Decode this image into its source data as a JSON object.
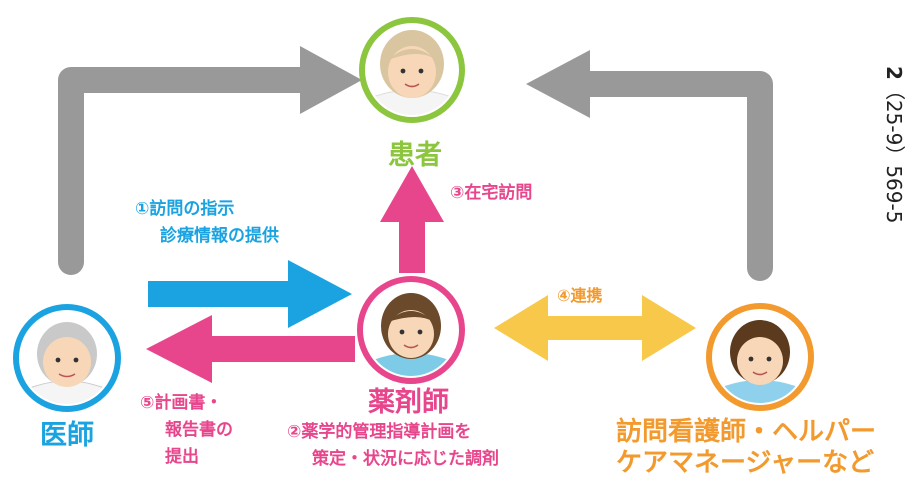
{
  "roles": {
    "patient": "患者",
    "doctor": "医師",
    "pharmacist": "薬剤師",
    "care_line1": "訪問看護師・ヘルパー",
    "care_line2": "ケアマネージャーなど"
  },
  "steps": {
    "s1_line1": "①訪問の指示",
    "s1_line2": "診療情報の提供",
    "s2_line1": "②薬学的管理指導計画を",
    "s2_line2": "策定・状況に応じた調剤",
    "s3": "③在宅訪問",
    "s4": "④連携",
    "s5_line1": "⑤計画書・",
    "s5_line2": "報告書の",
    "s5_line3": "提出"
  },
  "side_text": {
    "head": "2",
    "body": "（25‑9）569‑5"
  },
  "colors": {
    "patient": "#8cc63f",
    "doctor": "#1aa3e0",
    "pharmacist": "#e8468c",
    "care": "#f39a2e",
    "link": "#f7c84a",
    "gray": "#999999"
  }
}
